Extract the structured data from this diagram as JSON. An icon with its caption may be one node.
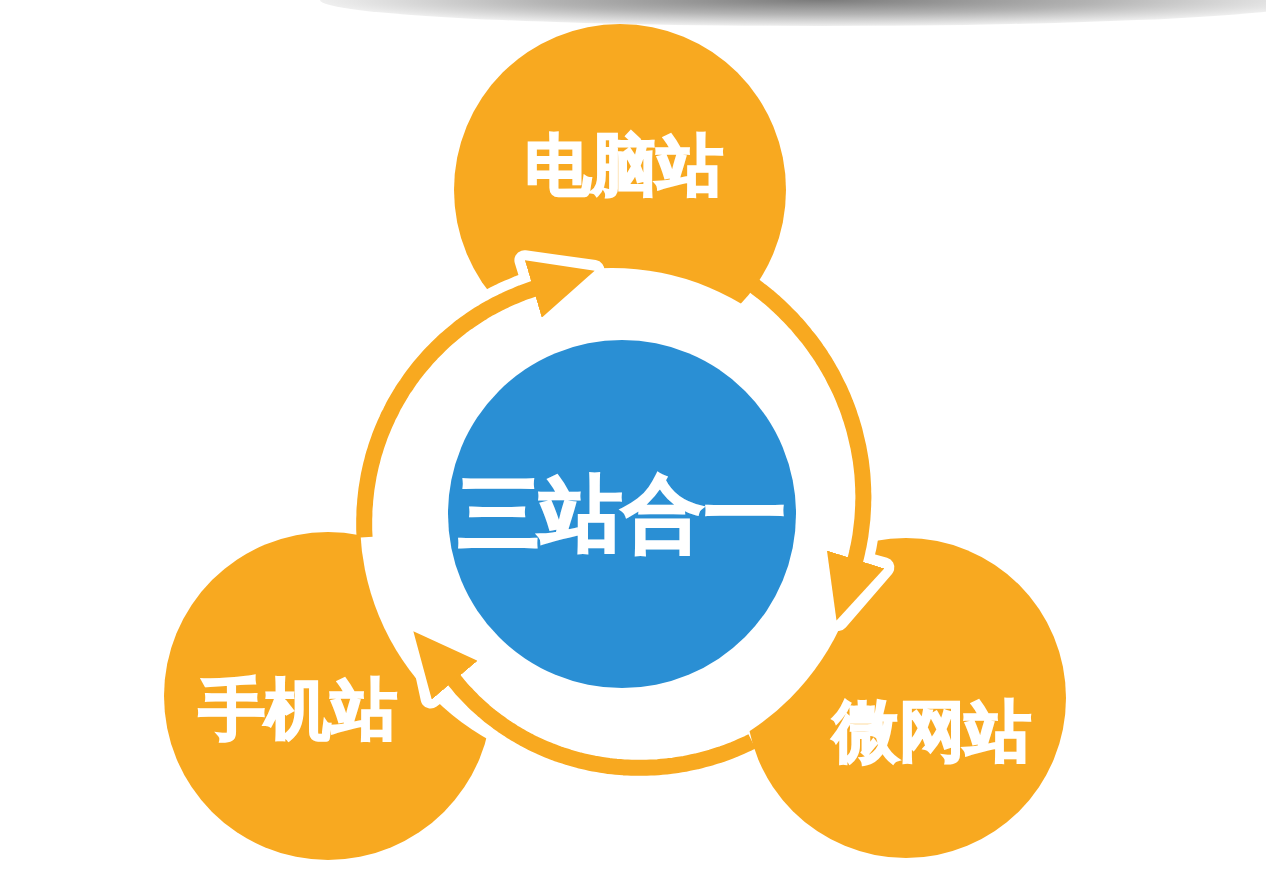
{
  "diagram": {
    "nodes": [
      {
        "text": [
          "电脑站"
        ]
      },
      {
        "text": [
          "三站合一"
        ]
      },
      {
        "text": [
          "手机站"
        ]
      },
      {
        "text": [
          "微网站"
        ]
      }
    ],
    "edges": [
      {
        "from": 2,
        "to": 0,
        "arrow": "to"
      },
      {
        "from": 0,
        "to": 3,
        "arrow": "to"
      },
      {
        "from": 3,
        "to": 2,
        "arrow": "to"
      }
    ]
  }
}
